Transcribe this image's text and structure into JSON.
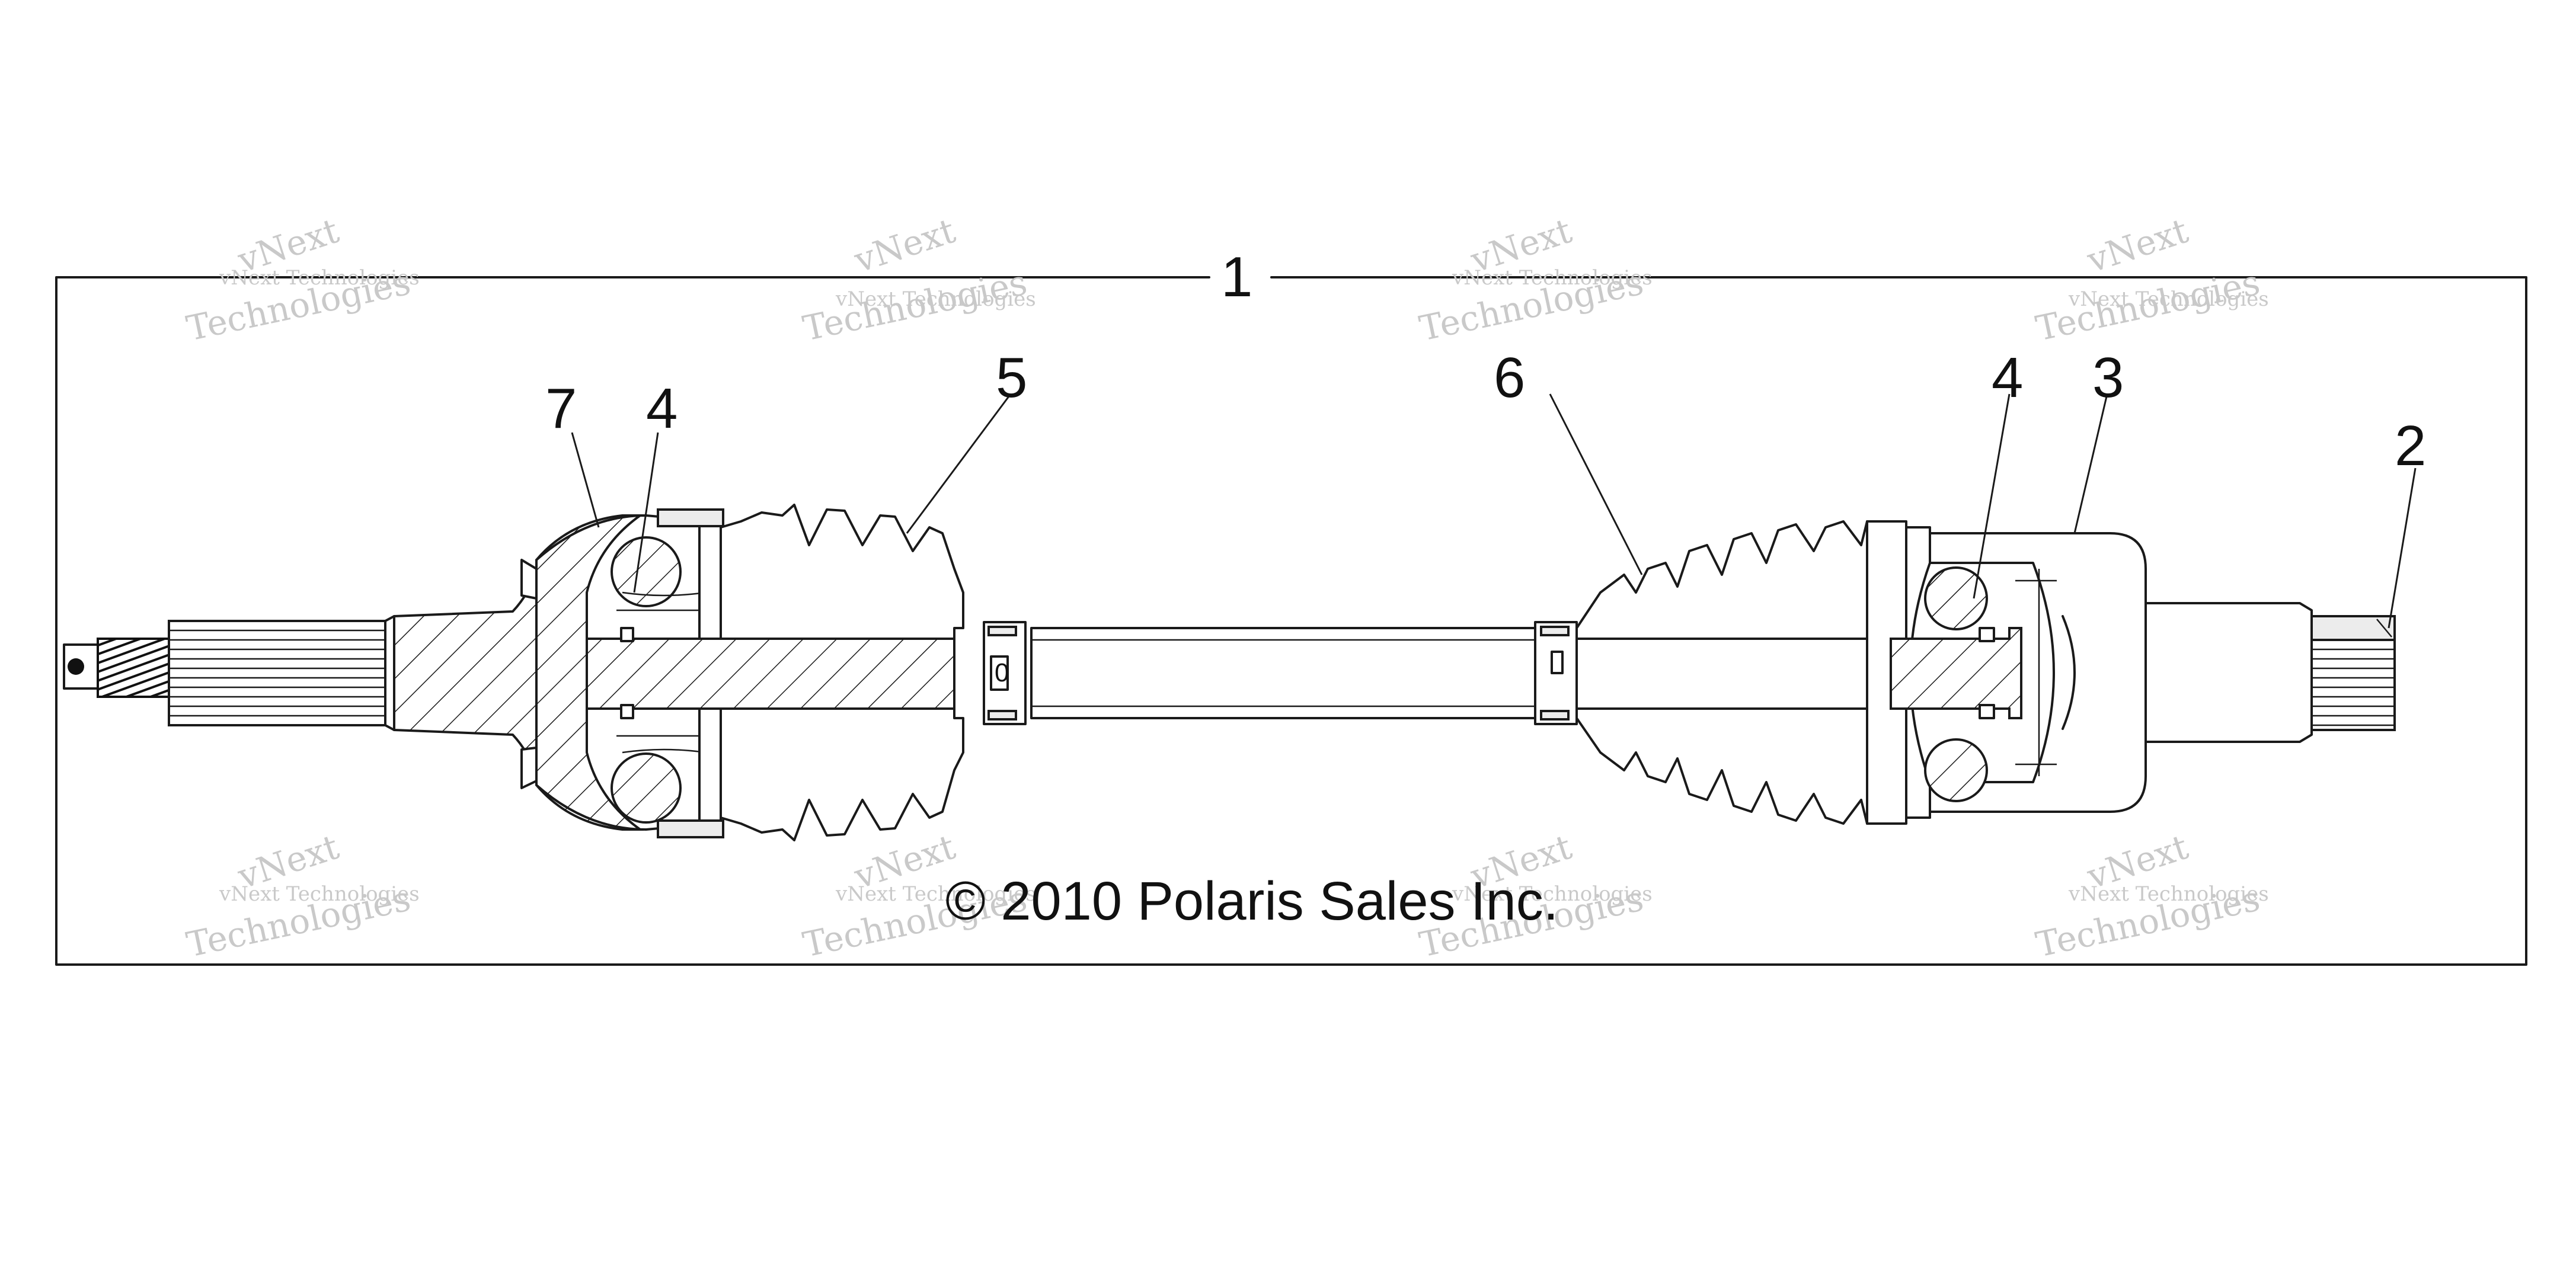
{
  "callouts": {
    "c1": "1",
    "c2": "2",
    "c3": "3",
    "c4a": "4",
    "c4b": "4",
    "c5": "5",
    "c6": "6",
    "c7": "7"
  },
  "copyright": "© 2010 Polaris Sales Inc.",
  "watermark": {
    "line_a": "vNext Technologies",
    "line_b": "vNext",
    "line_c": "Technologies"
  },
  "colors": {
    "line": "#1a1a1a",
    "watermark": "#c9c9c9",
    "background": "#ffffff"
  }
}
